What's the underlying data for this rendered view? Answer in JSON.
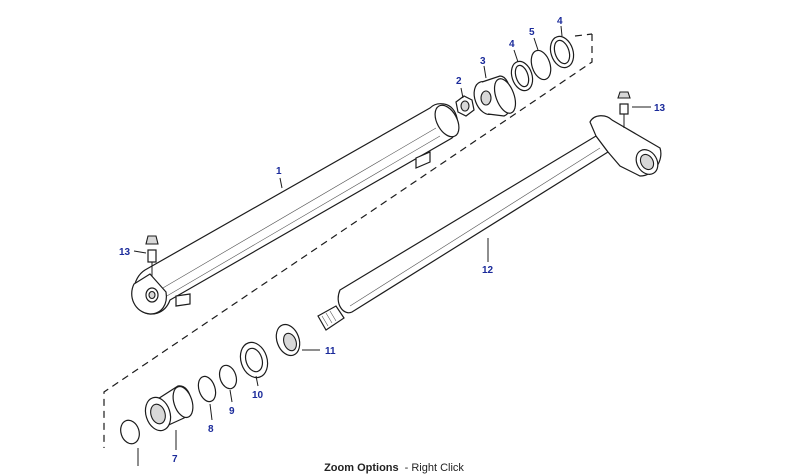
{
  "callouts": [
    {
      "id": "c1",
      "label": "1"
    },
    {
      "id": "c2",
      "label": "2"
    },
    {
      "id": "c3",
      "label": "3"
    },
    {
      "id": "c4a",
      "label": "4"
    },
    {
      "id": "c5",
      "label": "5"
    },
    {
      "id": "c4b",
      "label": "4"
    },
    {
      "id": "c13a",
      "label": "13"
    },
    {
      "id": "c13b",
      "label": "13"
    },
    {
      "id": "c12",
      "label": "12"
    },
    {
      "id": "c11",
      "label": "11"
    },
    {
      "id": "c10",
      "label": "10"
    },
    {
      "id": "c9",
      "label": "9"
    },
    {
      "id": "c8",
      "label": "8"
    },
    {
      "id": "c7",
      "label": "7"
    }
  ],
  "footer": {
    "zoom_label": "Zoom Options",
    "zoom_hint": "- Right Click"
  },
  "colors": {
    "callout": "#1a2a9a",
    "line": "#1c1c1c"
  }
}
